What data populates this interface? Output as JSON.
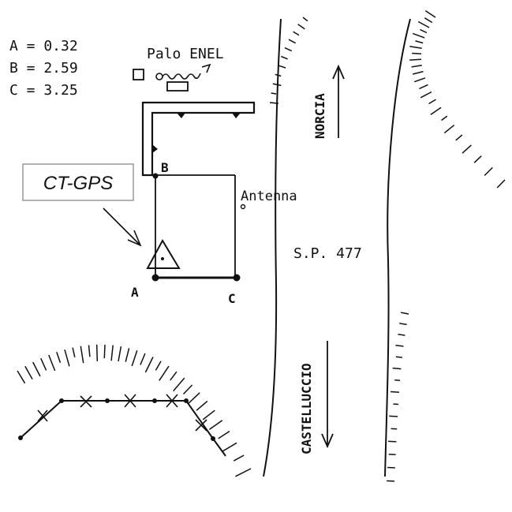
{
  "measurements": {
    "a": "A = 0.32",
    "b": "B = 2.59",
    "c": "C = 3.25"
  },
  "labels": {
    "palo_enel": "Palo ENEL",
    "station": "CT-GPS",
    "point_a": "A",
    "point_b": "B",
    "point_c": "C",
    "antenna": "Antenna",
    "road": "S.P. 477",
    "norcia": "NORCIA",
    "castelluccio": "CASTELLUCCIO"
  },
  "icons": [
    "gps-station-triangle-icon",
    "direction-arrow-icon",
    "utility-pole-icon"
  ]
}
